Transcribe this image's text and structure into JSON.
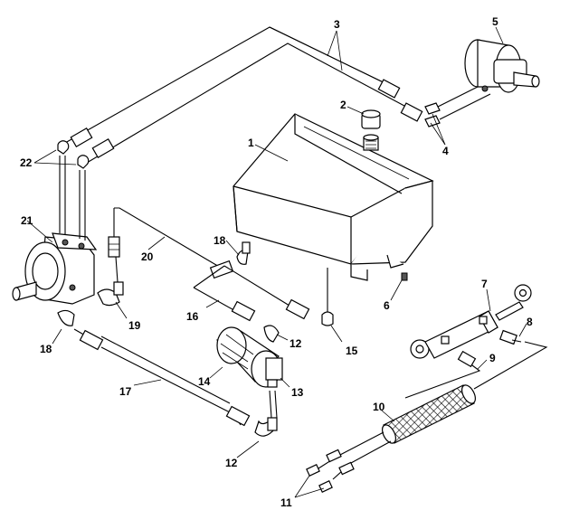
{
  "callouts": [
    {
      "id": "1",
      "text": "1"
    },
    {
      "id": "2",
      "text": "2"
    },
    {
      "id": "3",
      "text": "3"
    },
    {
      "id": "4",
      "text": "4"
    },
    {
      "id": "5",
      "text": "5"
    },
    {
      "id": "6",
      "text": "6"
    },
    {
      "id": "7",
      "text": "7"
    },
    {
      "id": "8",
      "text": "8"
    },
    {
      "id": "9",
      "text": "9"
    },
    {
      "id": "10",
      "text": "10"
    },
    {
      "id": "11",
      "text": "11"
    },
    {
      "id": "12a",
      "text": "12"
    },
    {
      "id": "12b",
      "text": "12"
    },
    {
      "id": "13",
      "text": "13"
    },
    {
      "id": "14",
      "text": "14"
    },
    {
      "id": "15",
      "text": "15"
    },
    {
      "id": "16",
      "text": "16"
    },
    {
      "id": "17",
      "text": "17"
    },
    {
      "id": "18a",
      "text": "18"
    },
    {
      "id": "18b",
      "text": "18"
    },
    {
      "id": "19",
      "text": "19"
    },
    {
      "id": "20",
      "text": "20"
    },
    {
      "id": "21",
      "text": "21"
    },
    {
      "id": "22",
      "text": "22"
    }
  ]
}
